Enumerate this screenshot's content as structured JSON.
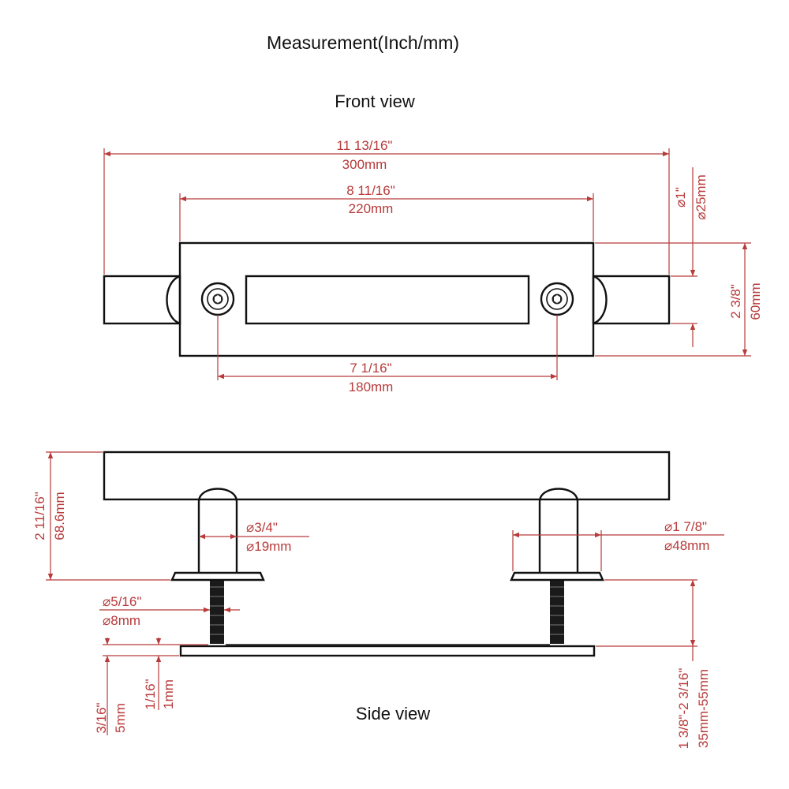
{
  "title": "Measurement(Inch/mm)",
  "front_view": {
    "label": "Front view",
    "overall_length": {
      "inch": "11 13/16\"",
      "mm": "300mm"
    },
    "plate_length": {
      "inch": "8 11/16\"",
      "mm": "220mm"
    },
    "hole_spacing": {
      "inch": "7 1/16\"",
      "mm": "180mm"
    },
    "bar_diameter": {
      "inch": "⌀1\"",
      "mm": "⌀25mm"
    },
    "plate_height": {
      "inch": "2 3/8\"",
      "mm": "60mm"
    }
  },
  "side_view": {
    "label": "Side view",
    "total_height": {
      "inch": "2 11/16\"",
      "mm": "68.6mm"
    },
    "post_diameter": {
      "inch": "⌀3/4\"",
      "mm": "⌀19mm"
    },
    "base_diameter": {
      "inch": "⌀1 7/8\"",
      "mm": "⌀48mm"
    },
    "screw_diameter": {
      "inch": "⌀5/16\"",
      "mm": "⌀8mm"
    },
    "plate_thickness": {
      "inch": "3/16\"",
      "mm": "5mm"
    },
    "gap": {
      "inch": "1/16\"",
      "mm": "1mm"
    },
    "door_thickness": {
      "inch": "1 3/8\"-2 3/16\"",
      "mm": "35mm-55mm"
    }
  },
  "colors": {
    "dimension": "#b83a3a",
    "outline": "#111111"
  }
}
